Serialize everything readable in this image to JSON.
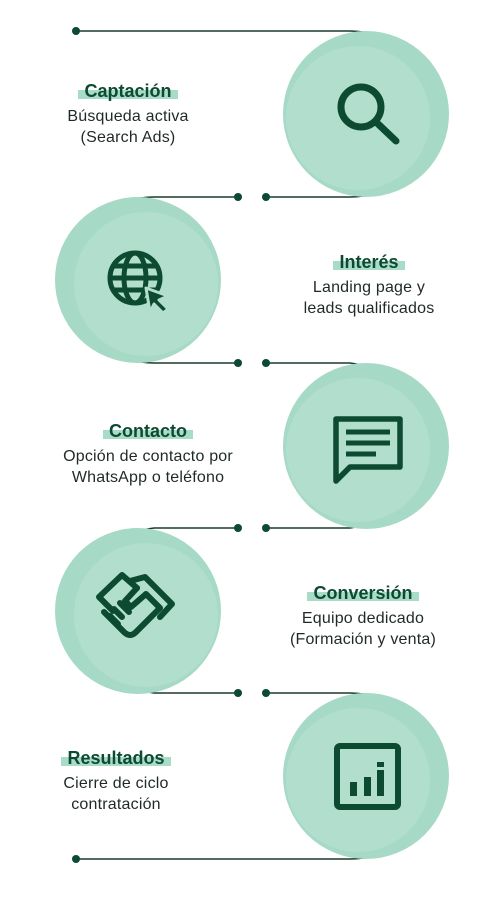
{
  "colors": {
    "line": "#1b3a2e",
    "dot": "#0c4a31",
    "circle_light": "#aedccb",
    "circle_dark": "#9fd4c1",
    "icon": "#0c4a31",
    "title": "#0c4a31",
    "highlight": "#a9dbc9"
  },
  "steps": [
    {
      "title": "Captación",
      "desc_line1": "Búsqueda activa",
      "desc_line2": "(Search Ads)",
      "icon": "search-icon"
    },
    {
      "title": "Interés",
      "desc_line1": "Landing page y",
      "desc_line2": "leads qualificados",
      "icon": "globe-cursor-icon"
    },
    {
      "title": "Contacto",
      "desc_line1": "Opción de contacto por",
      "desc_line2": "WhatsApp o teléfono",
      "icon": "chat-icon"
    },
    {
      "title": "Conversión",
      "desc_line1": "Equipo dedicado",
      "desc_line2": "(Formación y venta)",
      "icon": "handshake-icon"
    },
    {
      "title": "Resultados",
      "desc_line1": "Cierre de ciclo",
      "desc_line2": "contratación",
      "icon": "bar-chart-icon"
    }
  ]
}
